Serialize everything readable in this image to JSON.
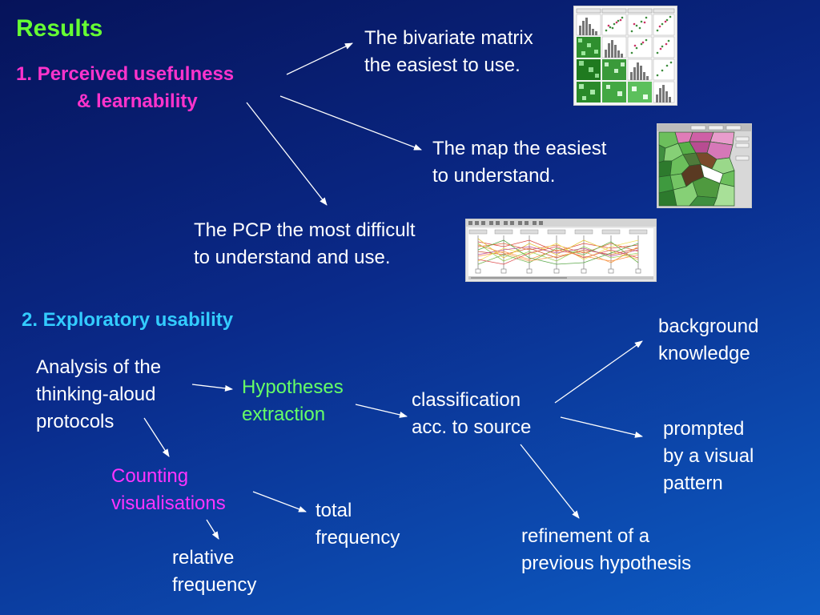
{
  "colors": {
    "background_top": "#06135a",
    "background_bottom": "#0d5cc4",
    "title": "#66ff33",
    "section1_heading": "#ff33cc",
    "section2_heading": "#33ccff",
    "hypotheses": "#66ff66",
    "counting": "#ff33ff",
    "body_text": "#ffffff",
    "arrow": "#ffffff"
  },
  "title": "Results",
  "section1": {
    "heading_line1": "1. Perceived usefulness",
    "heading_line2": "& learnability",
    "bivariate": {
      "line1": "The bivariate matrix",
      "line2": "the easiest to use.",
      "thumbnail_icon": "scatterplot-matrix-thumbnail"
    },
    "map": {
      "line1": "The map the easiest",
      "line2": "to understand.",
      "thumbnail_icon": "voronoi-map-thumbnail"
    },
    "pcp": {
      "line1": "The PCP the most difficult",
      "line2": "to understand and use.",
      "thumbnail_icon": "parallel-coordinates-thumbnail"
    }
  },
  "section2": {
    "heading": "2. Exploratory usability",
    "analysis": [
      "Analysis of the",
      "thinking-aloud",
      "protocols"
    ],
    "hypotheses": [
      "Hypotheses",
      "extraction"
    ],
    "classification": [
      "classification",
      "acc. to source"
    ],
    "background": [
      "background",
      "knowledge"
    ],
    "prompted": [
      "prompted",
      "by a visual",
      "pattern"
    ],
    "refinement": [
      "refinement of a",
      "previous hypothesis"
    ],
    "counting": [
      "Counting",
      "visualisations"
    ],
    "total": [
      "total",
      "frequency"
    ],
    "relative": [
      "relative",
      "frequency"
    ]
  }
}
